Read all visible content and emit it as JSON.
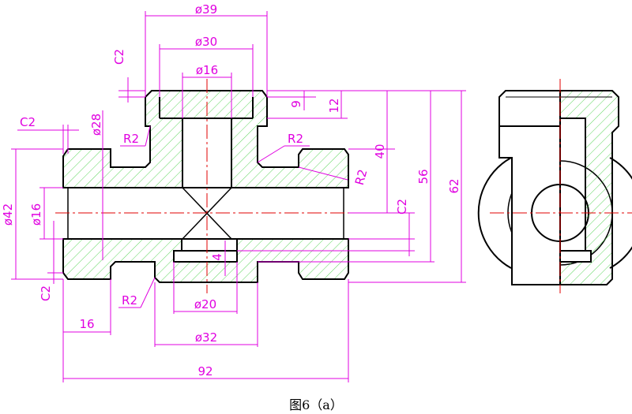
{
  "caption": "图6（a）",
  "colors": {
    "outline": "#000000",
    "hatch": "#33cc33",
    "dimension": "#e000e0",
    "centerline": "#e00000"
  },
  "dimensions": {
    "d39": "ø39",
    "d30": "ø30",
    "d16_top": "ø16",
    "c2_top": "C2",
    "c2_left": "C2",
    "d28": "ø28",
    "r2_a": "R2",
    "r2_b": "R2",
    "r2_c": "R2",
    "r2_d": "R2",
    "d42": "ø42",
    "d16_left": "ø16",
    "c2_bottom": "C2",
    "d20": "ø20",
    "d32": "ø32",
    "l16": "16",
    "l92": "92",
    "h9": "9",
    "h12": "12",
    "h40": "40",
    "c2_right": "C2",
    "h56": "56",
    "h62": "62",
    "h4": "4"
  }
}
